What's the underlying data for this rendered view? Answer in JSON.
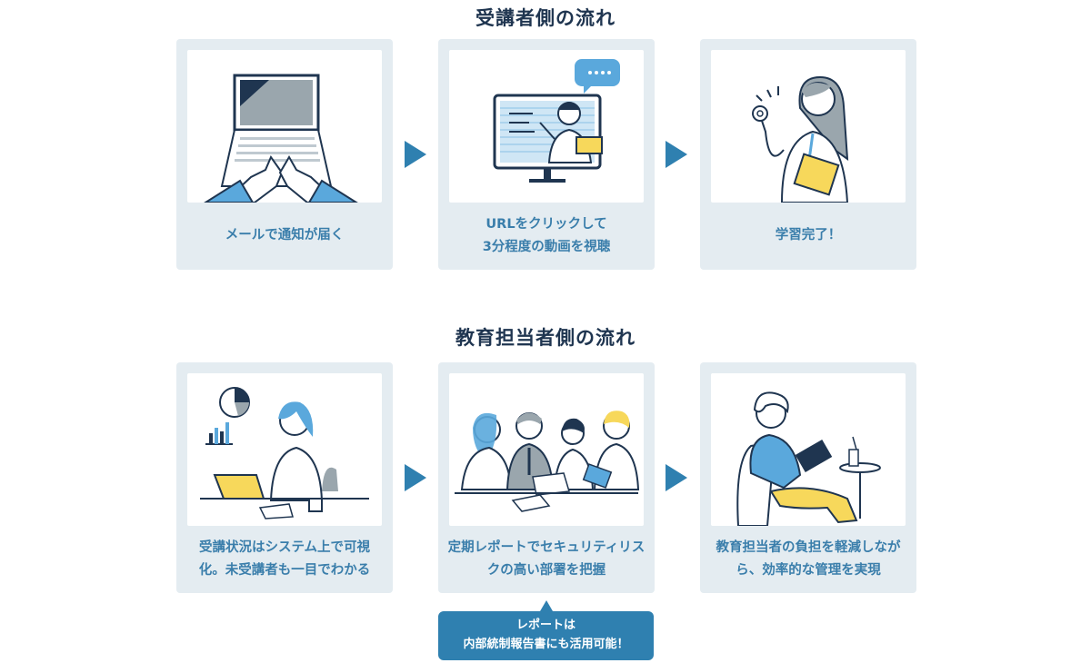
{
  "learner_flow": {
    "title": "受講者側の流れ",
    "steps": [
      {
        "label": "メールで通知が届く",
        "illustration": "laptop-typing"
      },
      {
        "label": "URLをクリックして\n3分程度の動画を視聴",
        "illustration": "video-lecture"
      },
      {
        "label": "学習完了！",
        "illustration": "ok-gesture-woman"
      }
    ]
  },
  "admin_flow": {
    "title": "教育担当者側の流れ",
    "steps": [
      {
        "label": "受講状況はシステム上で可視\n化。未受講者も一目でわかる",
        "illustration": "woman-with-charts"
      },
      {
        "label": "定期レポートでセキュリティリス\nクの高い部署を把握",
        "illustration": "team-meeting"
      },
      {
        "label": "教育担当者の負担を軽減しなが\nら、効率的な管理を実現",
        "illustration": "relaxing-man-tablet"
      }
    ],
    "callout": "レポートは\n内部統制報告書にも活用可能！"
  },
  "colors": {
    "card_bg": "#e4ecf1",
    "accent_blue": "#2f80b0",
    "caption_text": "#3a7eab",
    "title_text": "#1f3550",
    "illustration_yellow": "#f7d85b",
    "illustration_blue": "#5aa8dc"
  }
}
